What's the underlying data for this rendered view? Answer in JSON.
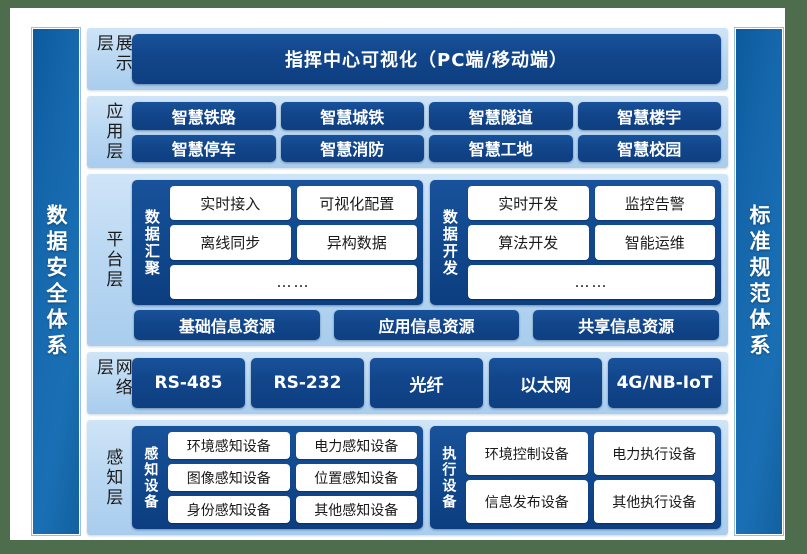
{
  "colors": {
    "page_background": "#4d6d4d",
    "panel_background": "#ffffff",
    "layer_background": "#b9d7f2",
    "chip_blue": "#12458a",
    "pillar_blue": "#1668ad",
    "tile_white": "#ffffff",
    "text_dark": "#1a1a1a",
    "text_light": "#ffffff"
  },
  "pillars": {
    "left": {
      "label": "数据安全体系"
    },
    "right": {
      "label": "标准规范体系"
    }
  },
  "layers": [
    {
      "key": "presentation",
      "label": "展示层",
      "banner": "指挥中心可视化（PC端/移动端）"
    },
    {
      "key": "application",
      "label": "应用层",
      "rows": [
        [
          "智慧铁路",
          "智慧城铁",
          "智慧隧道",
          "智慧楼宇"
        ],
        [
          "智慧停车",
          "智慧消防",
          "智慧工地",
          "智慧校园"
        ]
      ]
    },
    {
      "key": "platform",
      "label": "平台层",
      "modules": [
        {
          "title": "数据汇聚",
          "rows": [
            [
              "实时接入",
              "可视化配置"
            ],
            [
              "离线同步",
              "异构数据"
            ]
          ],
          "wide_row": "……"
        },
        {
          "title": "数据开发",
          "rows": [
            [
              "实时开发",
              "监控告警"
            ],
            [
              "算法开发",
              "智能运维"
            ]
          ],
          "wide_row": "……"
        }
      ],
      "resources": [
        "基础信息资源",
        "应用信息资源",
        "共享信息资源"
      ]
    },
    {
      "key": "network",
      "label": "网络层",
      "items": [
        "RS-485",
        "RS-232",
        "光纤",
        "以太网",
        "4G/NB-IoT"
      ]
    },
    {
      "key": "perception",
      "label": "感知层",
      "modules": [
        {
          "title": "感知设备",
          "rows": [
            [
              "环境感知设备",
              "电力感知设备"
            ],
            [
              "图像感知设备",
              "位置感知设备"
            ],
            [
              "身份感知设备",
              "其他感知设备"
            ]
          ]
        },
        {
          "title": "执行设备",
          "rows": [
            [
              "环境控制设备",
              "电力执行设备"
            ],
            [
              "信息发布设备",
              "其他执行设备"
            ]
          ]
        }
      ]
    }
  ]
}
